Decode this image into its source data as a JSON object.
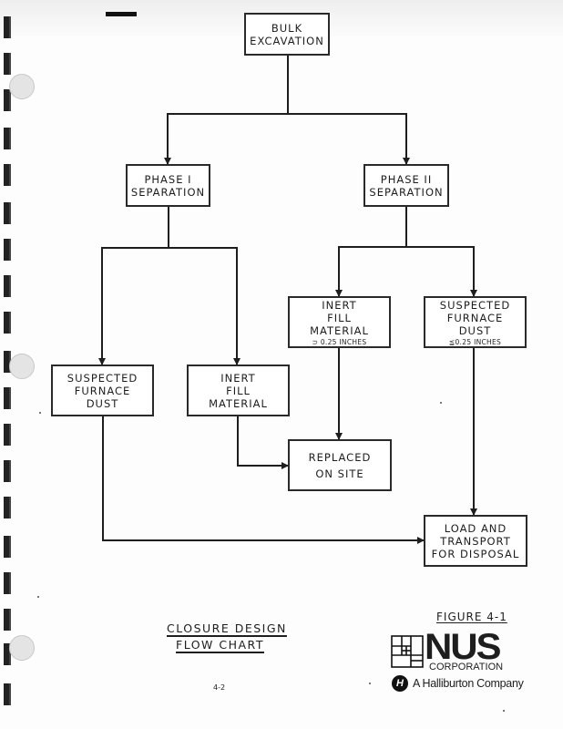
{
  "nodes": {
    "bulk_excavation": {
      "lines": [
        "BULK",
        "EXCAVATION"
      ]
    },
    "phase1": {
      "lines": [
        "PHASE I",
        "SEPARATION"
      ]
    },
    "phase2": {
      "lines": [
        "PHASE II",
        "SEPARATION"
      ]
    },
    "p2_inert": {
      "lines": [
        "INERT",
        "FILL",
        "MATERIAL"
      ],
      "note": "⊃ 0.25 INCHES"
    },
    "p2_dust": {
      "lines": [
        "SUSPECTED",
        "FURNACE",
        "DUST"
      ],
      "note": "≦0.25 INCHES"
    },
    "p1_dust": {
      "lines": [
        "SUSPECTED",
        "FURNACE",
        "DUST"
      ]
    },
    "p1_inert": {
      "lines": [
        "INERT",
        "FILL",
        "MATERIAL"
      ]
    },
    "replaced": {
      "lines": [
        "REPLACED",
        "ON SITE"
      ]
    },
    "load": {
      "lines": [
        "LOAD AND",
        "TRANSPORT",
        "FOR DISPOSAL"
      ]
    }
  },
  "edges": [
    {
      "from": "bulk_excavation",
      "to": "phase1"
    },
    {
      "from": "bulk_excavation",
      "to": "phase2"
    },
    {
      "from": "phase1",
      "to": "p1_dust"
    },
    {
      "from": "phase1",
      "to": "p1_inert"
    },
    {
      "from": "phase2",
      "to": "p2_inert"
    },
    {
      "from": "phase2",
      "to": "p2_dust"
    },
    {
      "from": "p2_inert",
      "to": "replaced"
    },
    {
      "from": "p1_inert",
      "to": "replaced"
    },
    {
      "from": "p2_dust",
      "to": "load"
    },
    {
      "from": "p1_dust",
      "to": "load"
    }
  ],
  "caption": {
    "line1": "CLOSURE DESIGN",
    "line2": "FLOW CHART"
  },
  "page_number": "4-2",
  "figure_label": "FIGURE 4-1",
  "logo": {
    "name": "NUS",
    "subtitle": "CORPORATION",
    "parent_icon": "H",
    "parent_text": "A Halliburton Company"
  },
  "colors": {
    "ink": "#1e1e1e",
    "paper": "#fdfdfd"
  }
}
